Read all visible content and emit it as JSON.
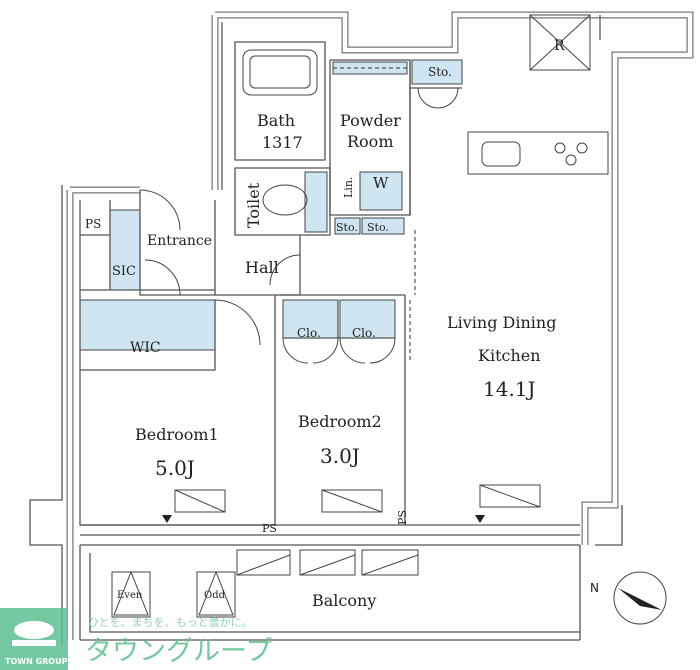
{
  "rooms": {
    "bath": {
      "name": "Bath",
      "size": "1317"
    },
    "powder_room": {
      "line1": "Powder",
      "line2": "Room"
    },
    "storage_top": "Sto.",
    "storage_small_1": "Sto.",
    "storage_small_2": "Sto.",
    "linen": "Lin.",
    "washer": "W",
    "toilet": "Toilet",
    "ps_left": "PS",
    "sic": "SIC",
    "entrance": "Entrance",
    "hall": "Hall",
    "wic": "WIC",
    "closet_1": "Clo.",
    "closet_2": "Clo.",
    "ldk": {
      "line1": "Living Dining",
      "line2": "Kitchen",
      "size": "14.1J"
    },
    "bedroom1": {
      "name": "Bedroom1",
      "size": "5.0J"
    },
    "bedroom2": {
      "name": "Bedroom2",
      "size": "3.0J"
    },
    "ps_mid": "PS",
    "ps_right": "PS",
    "balcony": "Balcony",
    "even": "Even",
    "odd": "Odd",
    "range_hood": "R"
  },
  "compass": {
    "label": "N"
  },
  "logo": {
    "brand_en": "TOWN GROUP",
    "tagline": "ひとを、まちを、もっと豊かに。",
    "brand_jp": "タウングループ",
    "color": "#5cbf92"
  },
  "colors": {
    "storage": "#cfe6f2",
    "wall": "#555555"
  }
}
